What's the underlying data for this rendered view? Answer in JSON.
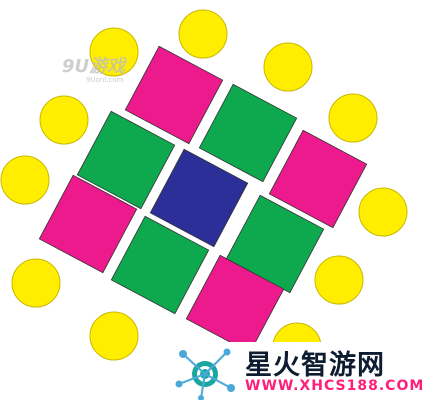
{
  "colors": {
    "background": "#ffffff",
    "circle_fill": "#ffee00",
    "circle_stroke": "#c9b800",
    "magenta": "#ec1a8c",
    "green": "#0ea84e",
    "blue": "#2b2f97",
    "tile_stroke": "#333333"
  },
  "puzzle": {
    "tiles": [
      {
        "id": "t1",
        "color": "magenta"
      },
      {
        "id": "t2",
        "color": "green"
      },
      {
        "id": "t3",
        "color": "magenta"
      },
      {
        "id": "t4",
        "color": "green"
      },
      {
        "id": "t5",
        "color": "blue"
      },
      {
        "id": "t6",
        "color": "green"
      },
      {
        "id": "t7",
        "color": "magenta"
      },
      {
        "id": "t8",
        "color": "green"
      },
      {
        "id": "t9",
        "color": "magenta"
      }
    ],
    "circles": 12
  },
  "watermark": {
    "logo_text": "9U游戏",
    "sub_text": "9Uonl.com"
  },
  "brand": {
    "title": "星火智游网",
    "url": "WWW.XHCS188.COM",
    "logo_icon": "network-nodes-icon"
  }
}
